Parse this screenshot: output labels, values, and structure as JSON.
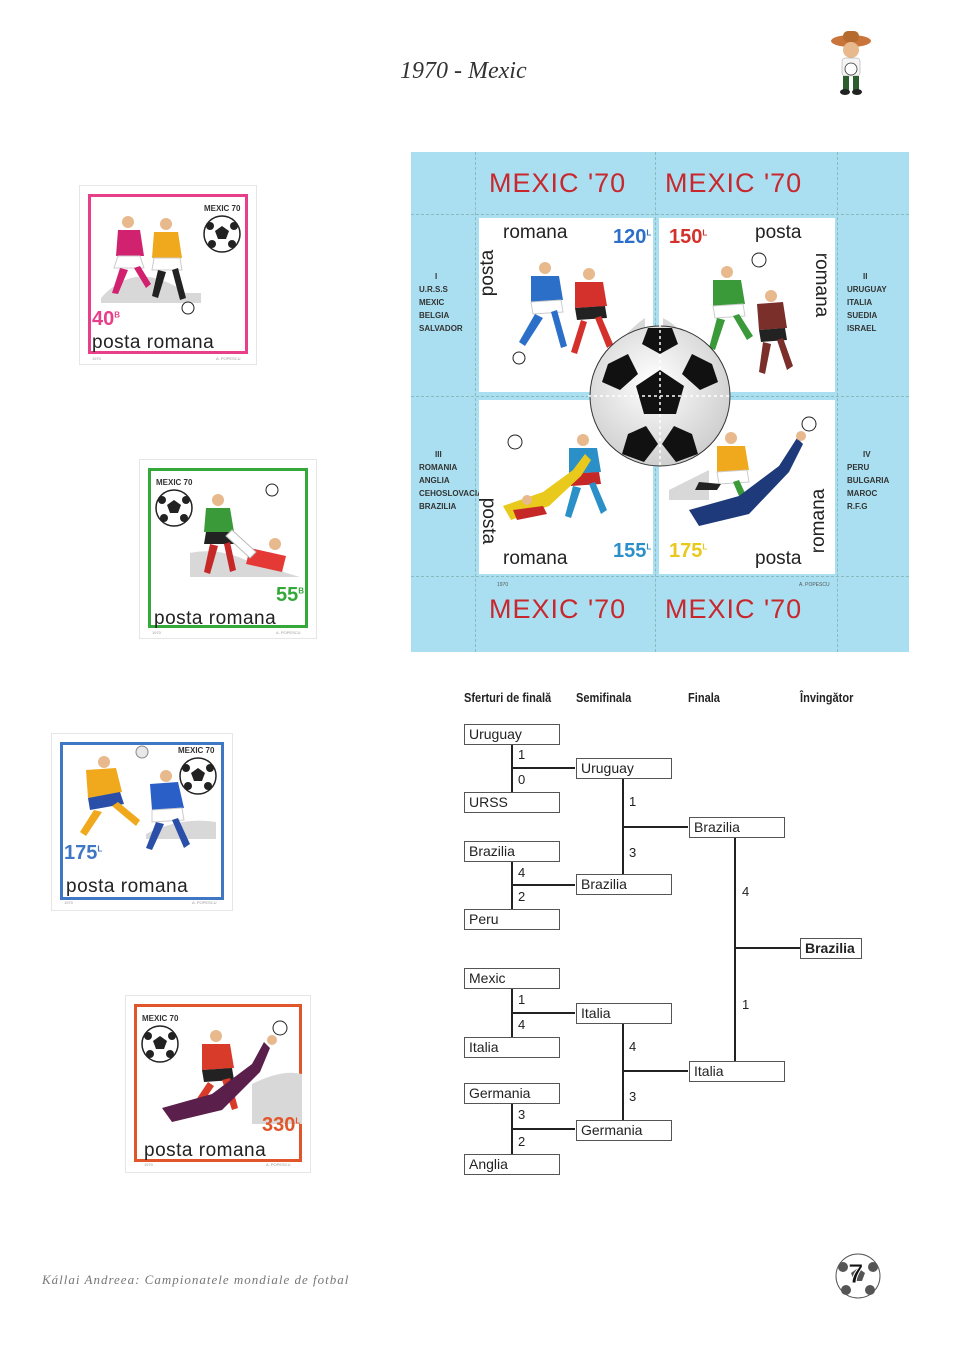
{
  "page": {
    "title": "1970 - Mexic",
    "footer": "Kállai Andreea: Campionatele mondiale de fotbal",
    "page_number": "7"
  },
  "stamps": [
    {
      "mexic": "MEXIC 70",
      "value": "40",
      "unit": "B",
      "posta": "posta romana",
      "year": "1970",
      "designer": "A. POPESCU",
      "color": "#e83f8a"
    },
    {
      "mexic": "MEXIC 70",
      "value": "55",
      "unit": "B",
      "posta": "posta romana",
      "year": "1970",
      "designer": "A. POPESCU",
      "color": "#35a83a"
    },
    {
      "mexic": "MEXIC 70",
      "value": "1",
      "value2": "75",
      "unit": "L",
      "posta": "posta romana",
      "year": "1970",
      "designer": "A. POPESCU",
      "color": "#3f77c4"
    },
    {
      "mexic": "MEXIC 70",
      "value": "3",
      "value2": "30",
      "unit": "L",
      "posta": "posta romana",
      "year": "1970",
      "designer": "A. POPESCU",
      "color": "#e0562a"
    }
  ],
  "sheet": {
    "header_left": "MEXIC '70",
    "header_right": "MEXIC '70",
    "footer_left": "MEXIC '70",
    "footer_right": "MEXIC '70",
    "year": "1970",
    "designer": "A. POPESCU",
    "groups": [
      {
        "roman": "I",
        "teams": [
          "U.R.S.S",
          "MEXIC",
          "BELGIA",
          "SALVADOR"
        ]
      },
      {
        "roman": "II",
        "teams": [
          "URUGUAY",
          "ITALIA",
          "SUEDIA",
          "ISRAEL"
        ]
      },
      {
        "roman": "III",
        "teams": [
          "ROMANIA",
          "ANGLIA",
          "CEHOSLOVACIA",
          "BRAZILIA"
        ]
      },
      {
        "roman": "IV",
        "teams": [
          "PERU",
          "BULGARIA",
          "MAROC",
          "R.F.G"
        ]
      }
    ],
    "inner_stamps": [
      {
        "posta": "posta",
        "romana": "romana",
        "value": "1",
        "value2": "20",
        "unit": "L",
        "color": "#2b6fc8"
      },
      {
        "posta": "posta",
        "romana": "romana",
        "value": "1",
        "value2": "50",
        "unit": "L",
        "color": "#d4312c"
      },
      {
        "posta": "posta",
        "romana": "romana",
        "value": "1",
        "value2": "55",
        "unit": "L",
        "color": "#2b8fc8"
      },
      {
        "posta": "posta",
        "romana": "romana",
        "value": "1",
        "value2": "75",
        "unit": "L",
        "color": "#e8c91c"
      }
    ]
  },
  "bracket": {
    "headers": [
      "Sferturi de finală",
      "Semifinala",
      "Finala",
      "Învingător"
    ],
    "quarterfinals": [
      {
        "team1": "Uruguay",
        "score1": "1",
        "team2": "URSS",
        "score2": "0"
      },
      {
        "team1": "Brazilia",
        "score1": "4",
        "team2": "Peru",
        "score2": "2"
      },
      {
        "team1": "Mexic",
        "score1": "1",
        "team2": "Italia",
        "score2": "4"
      },
      {
        "team1": "Germania",
        "score1": "3",
        "team2": "Anglia",
        "score2": "2"
      }
    ],
    "semifinals": [
      {
        "team1": "Uruguay",
        "score1": "1",
        "team2": "Brazilia",
        "score2": "3"
      },
      {
        "team1": "Italia",
        "score1": "4",
        "team2": "Germania",
        "score2": "3"
      }
    ],
    "final": {
      "team1": "Brazilia",
      "score1": "4",
      "team2": "Italia",
      "score2": "1"
    },
    "winner": "Brazilia"
  }
}
